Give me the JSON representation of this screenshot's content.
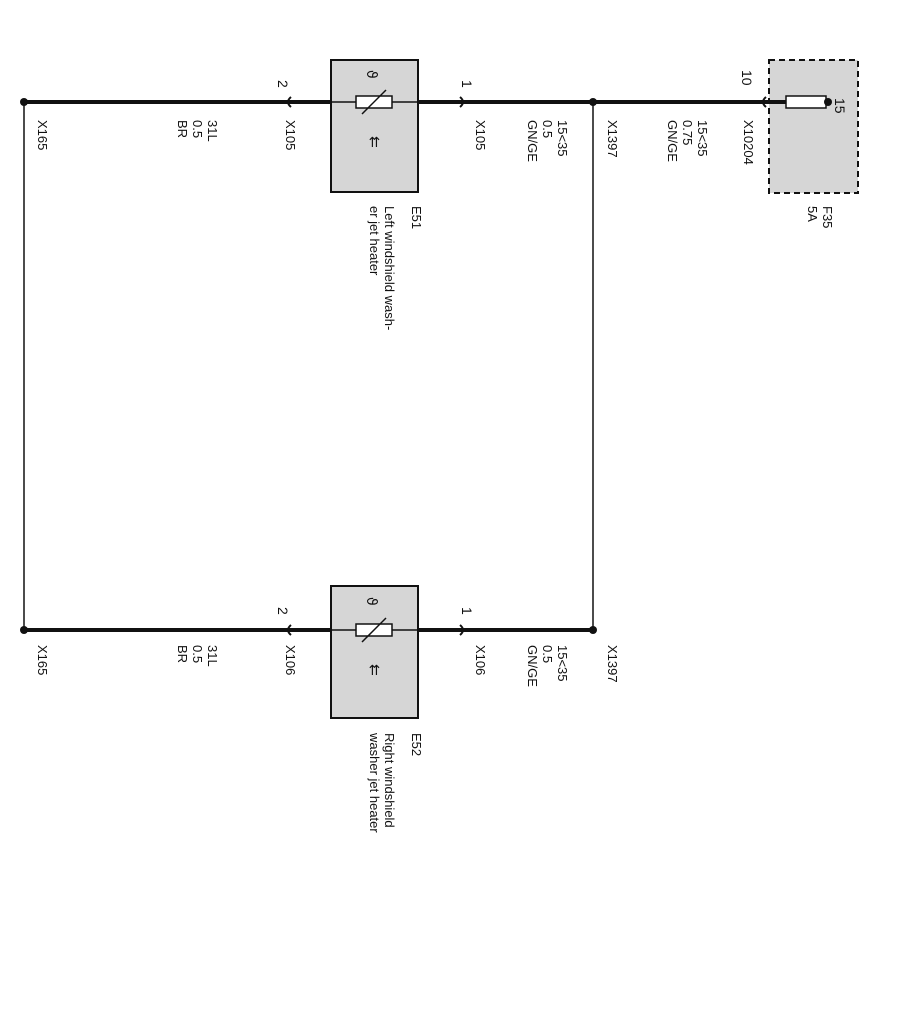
{
  "fuse": {
    "id": "F35",
    "rating": "5A",
    "terminal": "15",
    "connector": "X10204",
    "pin": "10",
    "wire_signal": "15<35",
    "wire_size": "0.75",
    "wire_color": "GN/GE"
  },
  "splice_top": "X1397",
  "splice_bottom": "X1397",
  "heaters": [
    {
      "id": "E51",
      "desc_line1": "Left windshield wash-",
      "desc_line2": "er jet heater",
      "pin1": "1",
      "pin2": "2",
      "conn_in": "X105",
      "conn_out": "X105",
      "wire_in_signal": "15<35",
      "wire_in_size": "0.5",
      "wire_in_color": "GN/GE",
      "wire_out_signal": "31L",
      "wire_out_size": "0.5",
      "wire_out_color": "BR",
      "symbol_theta": "ϑ",
      "symbol_heat": "⇇"
    },
    {
      "id": "E52",
      "desc_line1": "Right windshield",
      "desc_line2": "washer jet heater",
      "pin1": "1",
      "pin2": "2",
      "conn_in": "X106",
      "conn_out": "X106",
      "wire_in_signal": "15<35",
      "wire_in_size": "0.5",
      "wire_in_color": "GN/GE",
      "wire_out_signal": "31L",
      "wire_out_size": "0.5",
      "wire_out_color": "BR",
      "symbol_theta": "ϑ",
      "symbol_heat": "⇇"
    }
  ],
  "ground_top": "X165",
  "ground_bottom": "X165",
  "colors": {
    "line": "#111111",
    "box_fill": "#d6d6d6",
    "box_stroke": "#111111"
  }
}
